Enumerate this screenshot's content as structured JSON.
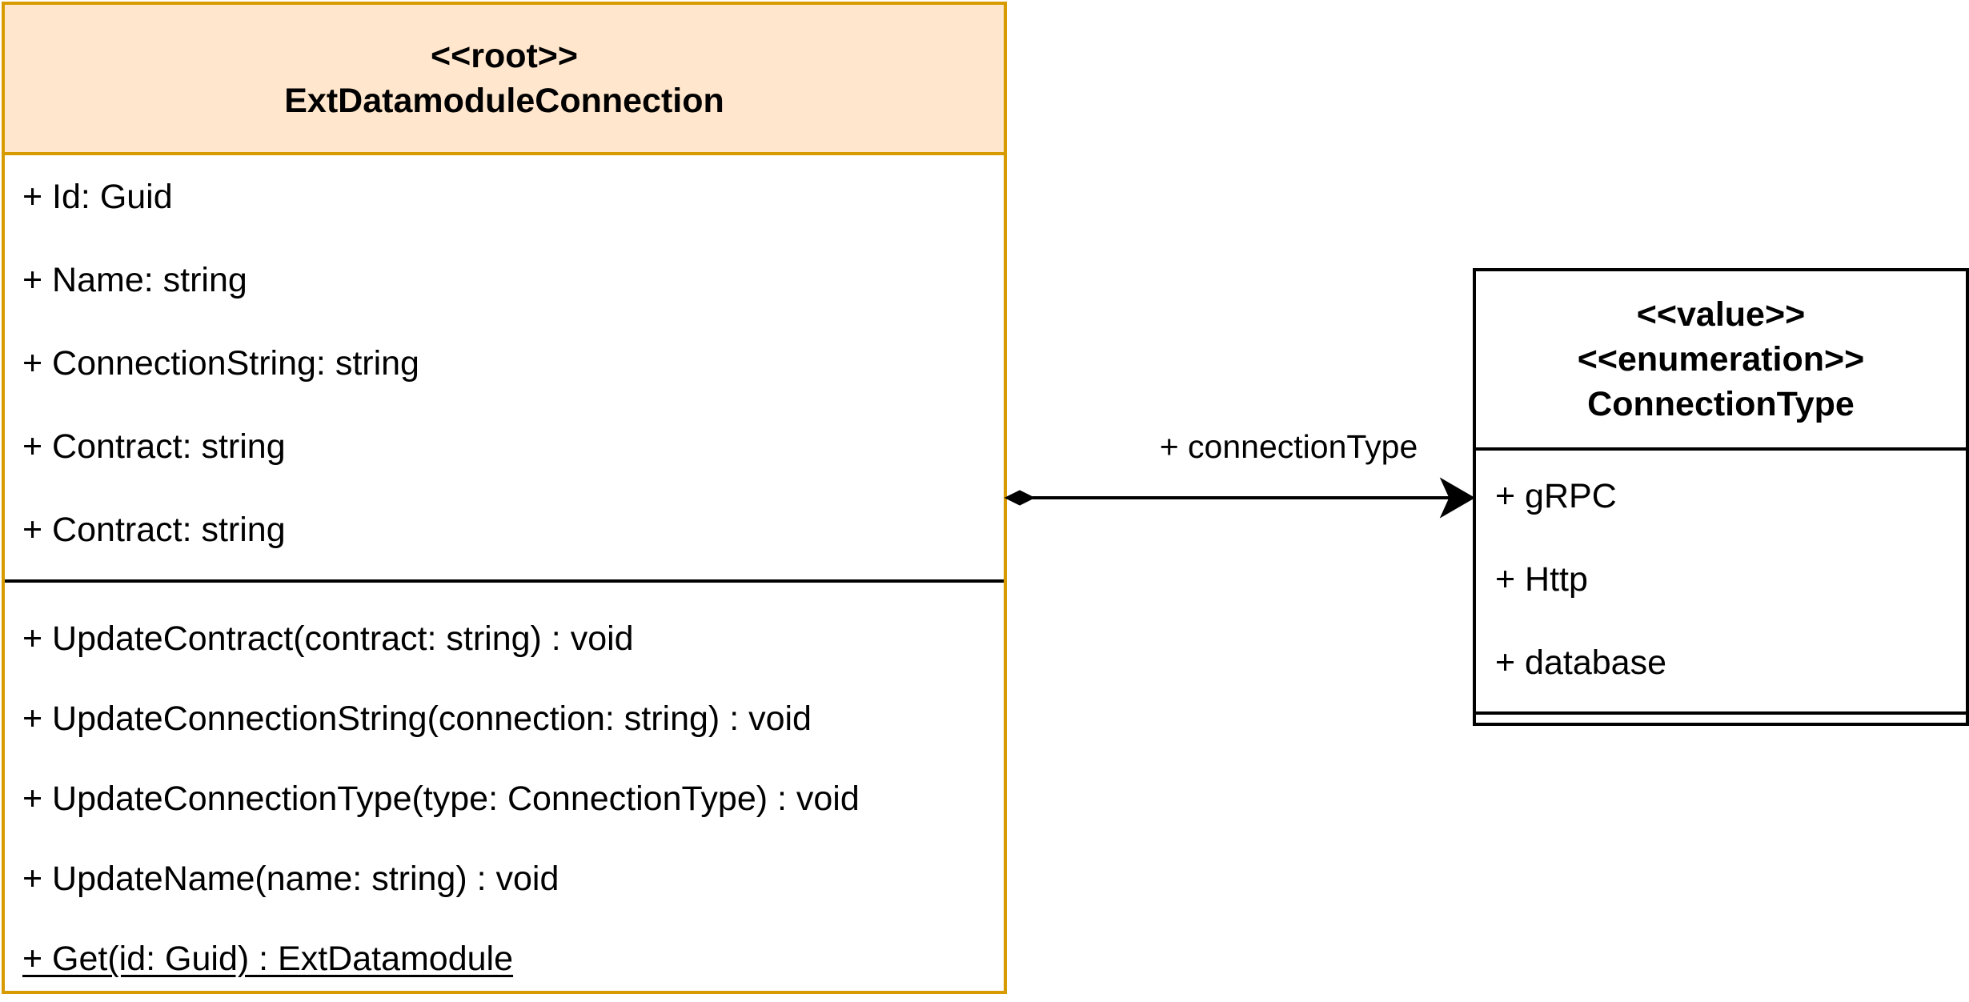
{
  "root_class": {
    "stereotype": "<<root>>",
    "name": "ExtDatamoduleConnection",
    "attributes": [
      "+ Id: Guid",
      "+ Name: string",
      "+ ConnectionString: string",
      "+ Contract: string",
      "+ Contract: string"
    ],
    "operations": [
      "+ UpdateContract(contract: string) : void",
      "+ UpdateConnectionString(connection: string) : void",
      "+ UpdateConnectionType(type: ConnectionType) : void",
      "+ UpdateName(name: string) : void",
      "+ Get(id: Guid) : ExtDatamodule"
    ],
    "header_fill": "#ffe6cc",
    "border_color": "#d79b00"
  },
  "enum_class": {
    "stereotype_1": "<<value>>",
    "stereotype_2": "<<enumeration>>",
    "name": "ConnectionType",
    "literals": [
      "+ gRPC",
      "+ Http",
      "+ database"
    ],
    "border_color": "#000000"
  },
  "association": {
    "label": "+ connectionType",
    "source_end": "composition-diamond",
    "target_end": "open-arrow"
  }
}
